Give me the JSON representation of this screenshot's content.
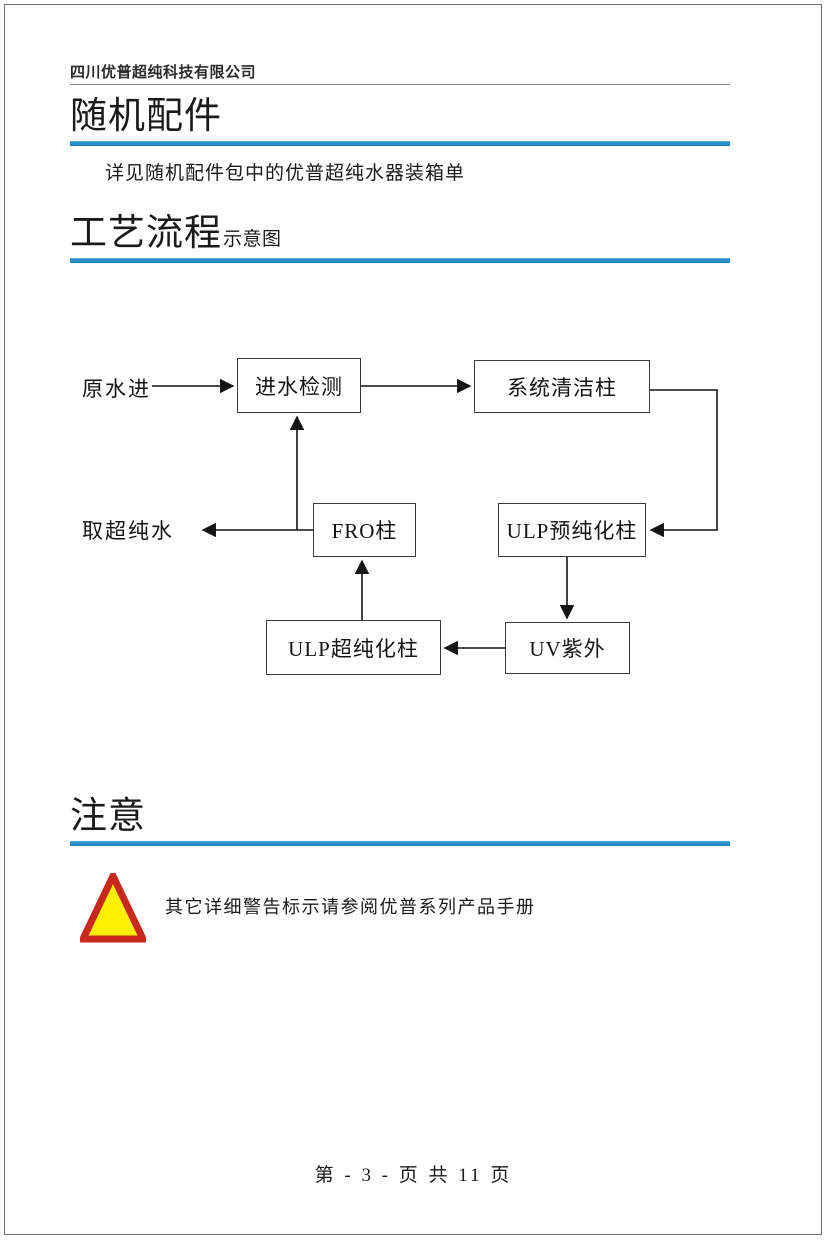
{
  "header": {
    "company": "四川优普超纯科技有限公司"
  },
  "sections": {
    "accessories": {
      "title": "随机配件",
      "subtitle": "",
      "note": "详见随机配件包中的优普超纯水器装箱单"
    },
    "process": {
      "title": "工艺流程",
      "subtitle": "示意图"
    },
    "attention": {
      "title": "注意",
      "subtitle": "",
      "note": "其它详细警告标示请参阅优普系列产品手册",
      "icon": "warning-triangle-icon"
    }
  },
  "flowchart": {
    "type": "diagram",
    "nodes": [
      {
        "id": "raw-water-in",
        "label": "原水进",
        "shape": "text"
      },
      {
        "id": "inlet-detection",
        "label": "进水检测",
        "shape": "box"
      },
      {
        "id": "system-clean-col",
        "label": "系统清洁柱",
        "shape": "box"
      },
      {
        "id": "ulp-pre-purify",
        "label": "ULP预纯化柱",
        "shape": "box"
      },
      {
        "id": "uv-ultraviolet",
        "label": "UV紫外",
        "shape": "box"
      },
      {
        "id": "ulp-ultra-purify",
        "label": "ULP超纯化柱",
        "shape": "box"
      },
      {
        "id": "fro-column",
        "label": "FRO柱",
        "shape": "box"
      },
      {
        "id": "take-ultrapure",
        "label": "取超纯水",
        "shape": "text"
      }
    ],
    "edges": [
      {
        "from": "raw-water-in",
        "to": "inlet-detection"
      },
      {
        "from": "inlet-detection",
        "to": "system-clean-col"
      },
      {
        "from": "system-clean-col",
        "to": "ulp-pre-purify"
      },
      {
        "from": "ulp-pre-purify",
        "to": "uv-ultraviolet"
      },
      {
        "from": "uv-ultraviolet",
        "to": "ulp-ultra-purify"
      },
      {
        "from": "ulp-ultra-purify",
        "to": "fro-column"
      },
      {
        "from": "fro-column",
        "to": "take-ultrapure"
      },
      {
        "from": "fro-column",
        "to": "inlet-detection"
      }
    ]
  },
  "footer": {
    "text": "第 - 3 - 页  共 11 页",
    "current_page": "3",
    "total_pages": "11"
  },
  "colors": {
    "accent_rule": "#2b8fcc",
    "header_rule": "#8a8a8a",
    "warning_fill": "#FFF000",
    "warning_stroke": "#C8281E",
    "text": "#1a1a1a"
  }
}
